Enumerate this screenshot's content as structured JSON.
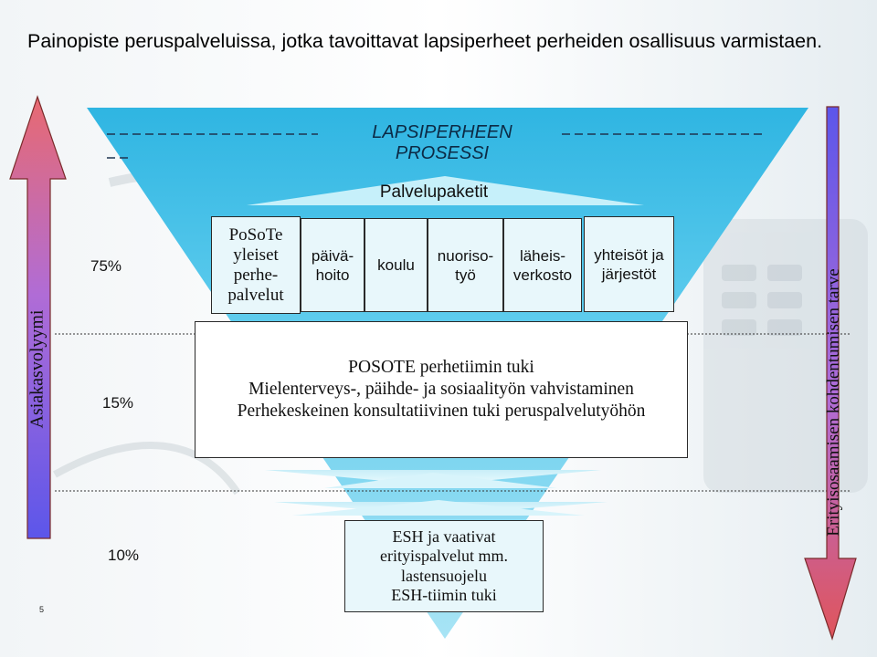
{
  "title": "Painopiste peruspalveluissa, jotka tavoittavat lapsiperheet perheiden osallisuus varmistaen.",
  "funnel": {
    "process_label": "LAPSIPERHEEN PROSESSI",
    "packages_label": "Palvelupaketit"
  },
  "service_boxes": [
    "PoSoTe yleiset perhe-palvelut",
    "päivä-hoito",
    "koulu",
    "nuoriso-työ",
    "läheis-verkosto",
    "yhteisöt ja järjestöt"
  ],
  "posote_box": {
    "line1": "POSOTE perhetiimin tuki",
    "line2": "Mielenterveys-, päihde- ja sosiaalityön vahvistaminen",
    "line3": "Perhekeskeinen konsultatiivinen tuki peruspalvelutyöhön"
  },
  "esh_box": {
    "line1": "ESH ja vaativat",
    "line2": "erityispalvelut mm.",
    "line3": "lastensuojelu",
    "line4": "ESH-tiimin tuki"
  },
  "levels": {
    "top": "75%",
    "middle": "15%",
    "bottom": "10%"
  },
  "left_axis_label": "Asiakasvolyymi",
  "right_axis_label": "Erityisosaamisen kohdentumisen tarve",
  "page_number": "5",
  "colors": {
    "funnel_cyan": "#3fc3e6",
    "funnel_light": "#b9ecf7",
    "box_fill": "#e8f7fb",
    "arrow_blue": "#6b5be6",
    "arrow_red": "#d9474d"
  }
}
